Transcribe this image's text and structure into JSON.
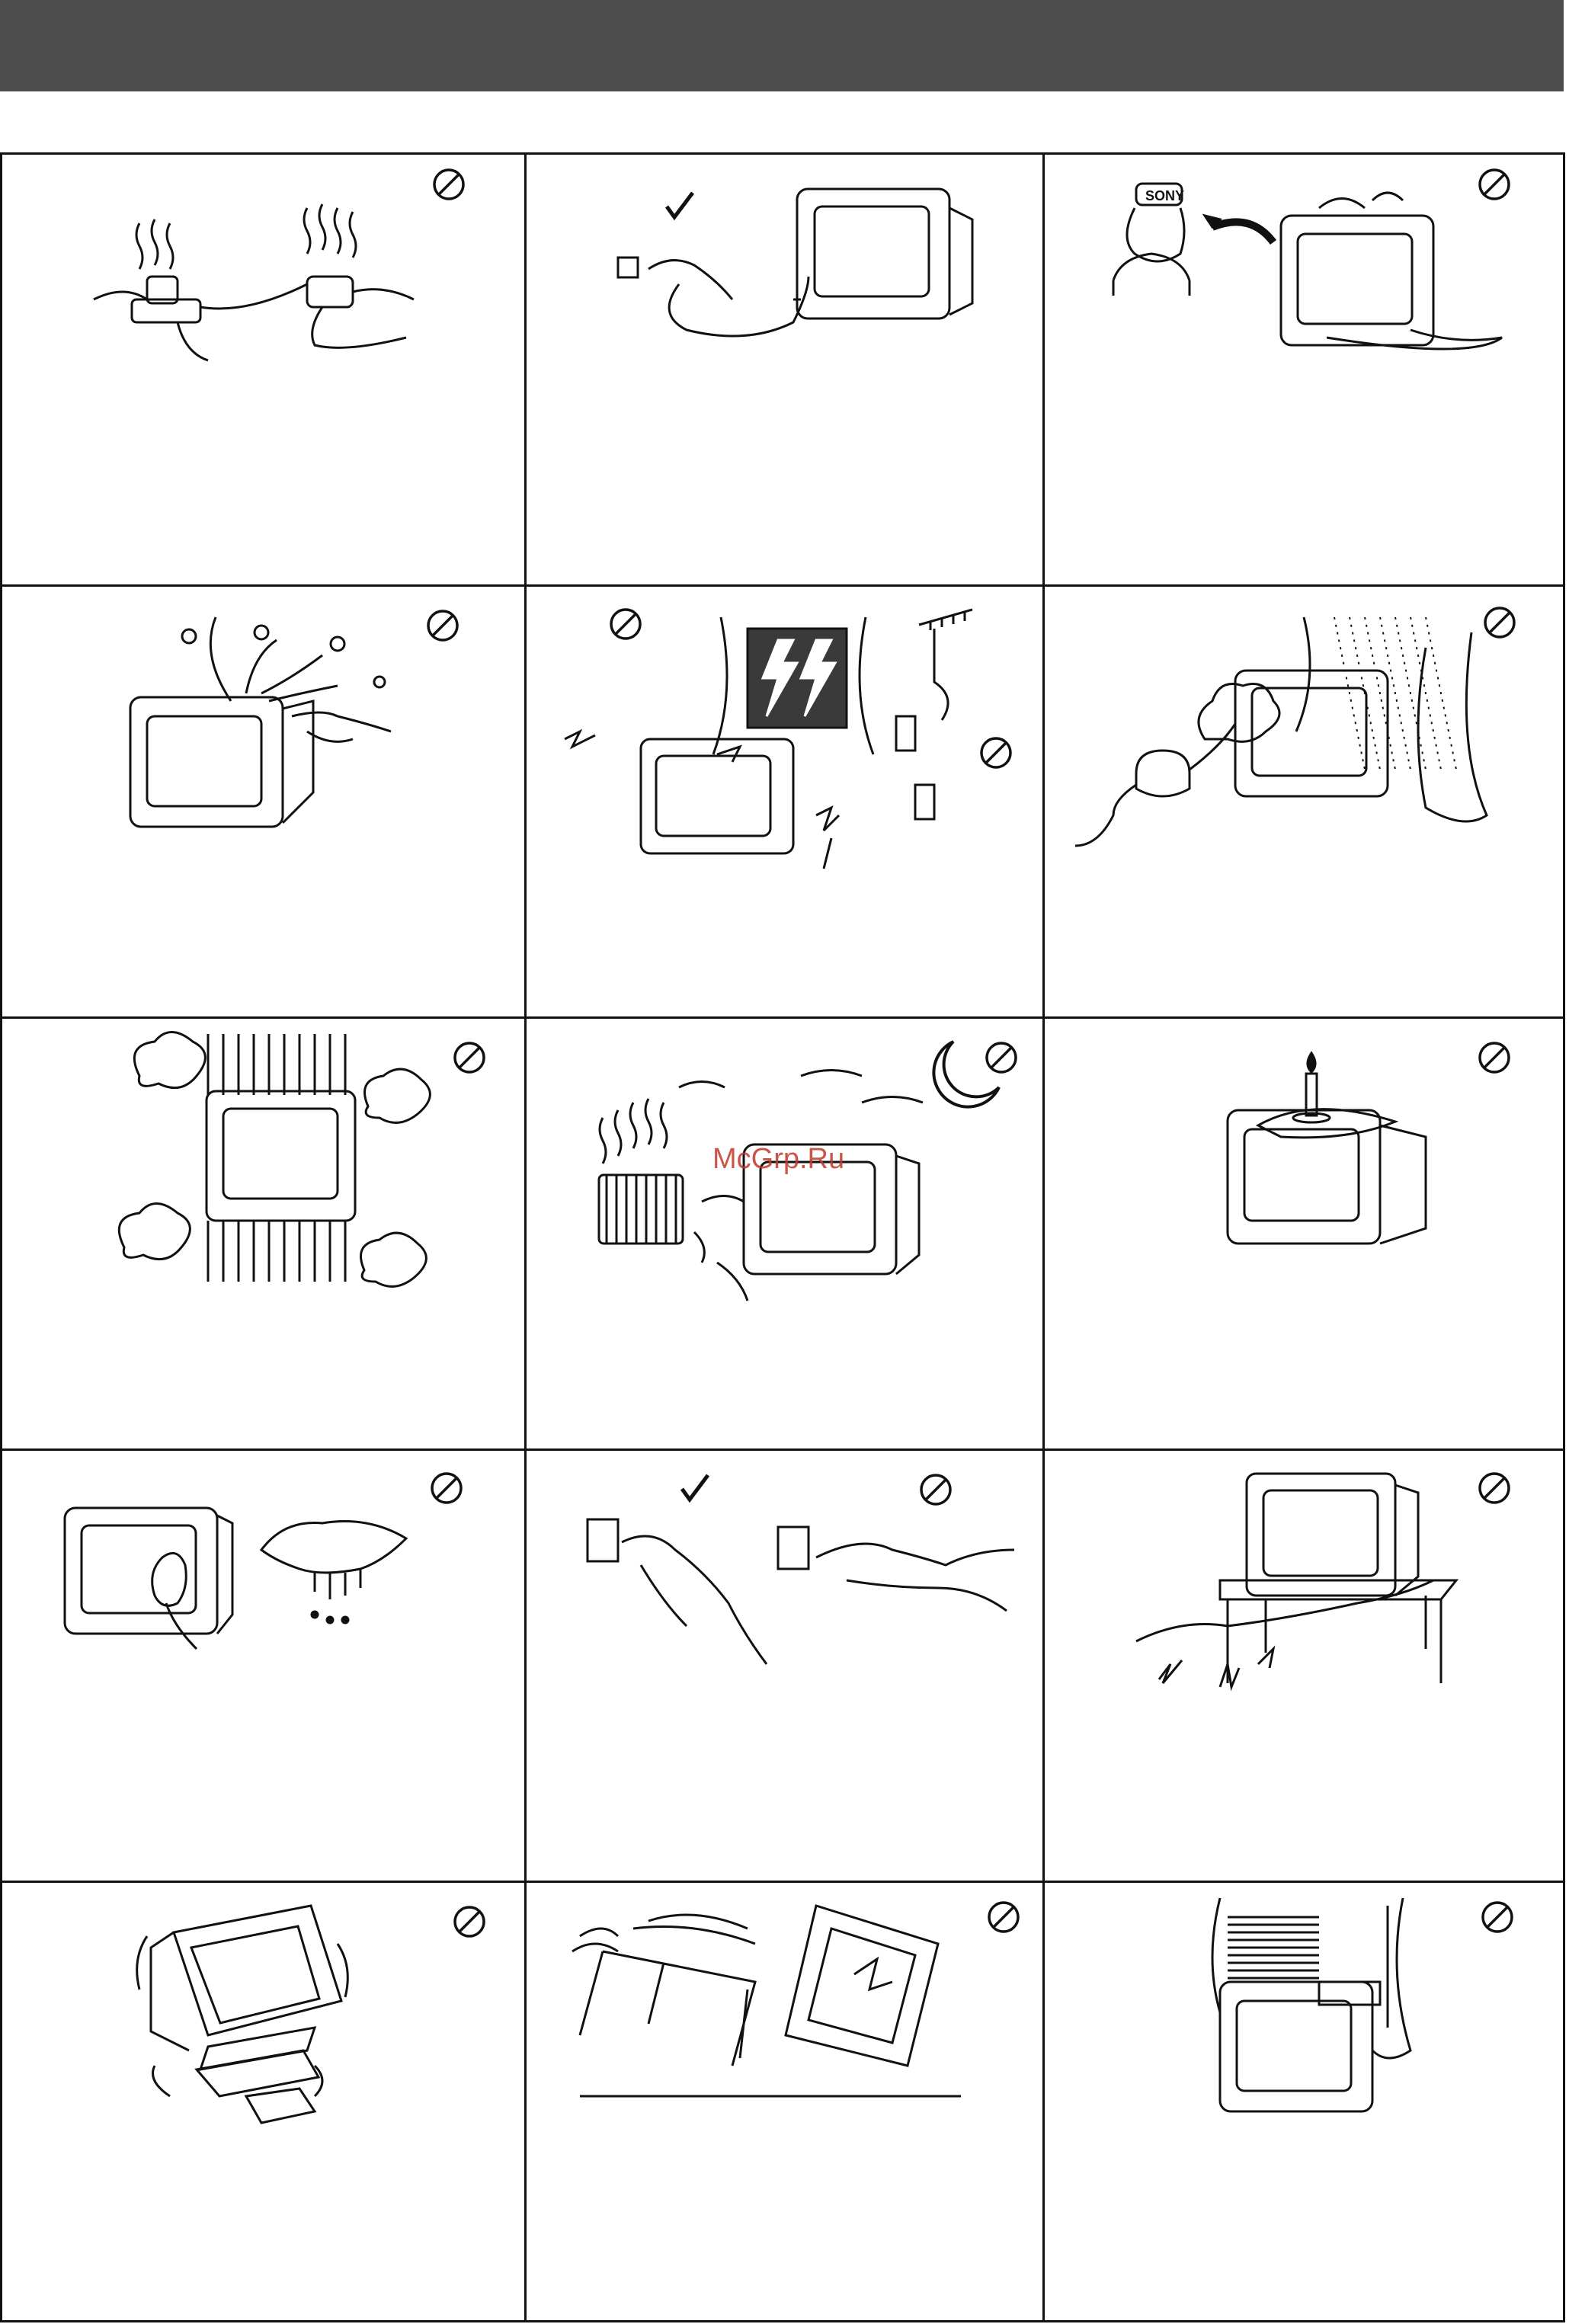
{
  "header": {
    "color": "#4d4d4d"
  },
  "watermark": {
    "text": "McGrp.Ru",
    "color": "#c0392b"
  },
  "illustrations": [
    {
      "id": "overloaded-outlet",
      "mark": "prohibited-icon"
    },
    {
      "id": "unplug-by-plug",
      "mark": "checkmark-icon"
    },
    {
      "id": "liquid-on-tv-call-service",
      "mark": "prohibited-icon",
      "label": "SONY"
    },
    {
      "id": "objects-into-tv",
      "mark": "prohibited-icon"
    },
    {
      "id": "lightning-touch",
      "mark": "prohibited-icon",
      "second_mark": "prohibited-icon"
    },
    {
      "id": "humidity-steam-rain",
      "mark": "prohibited-icon"
    },
    {
      "id": "blocked-ventilation",
      "mark": "prohibited-icon"
    },
    {
      "id": "heat-and-sun",
      "mark": "prohibited-icon"
    },
    {
      "id": "candle-on-tv",
      "mark": "prohibited-icon"
    },
    {
      "id": "clean-with-dry-cloth",
      "mark": "prohibited-icon"
    },
    {
      "id": "plug-handling",
      "mark": "checkmark-icon",
      "second_mark": "prohibited-icon"
    },
    {
      "id": "damaged-cord",
      "mark": "prohibited-icon"
    },
    {
      "id": "unstable-placement",
      "mark": "prohibited-icon"
    },
    {
      "id": "falling-stand",
      "mark": "prohibited-icon"
    },
    {
      "id": "objects-on-top",
      "mark": "prohibited-icon"
    }
  ]
}
